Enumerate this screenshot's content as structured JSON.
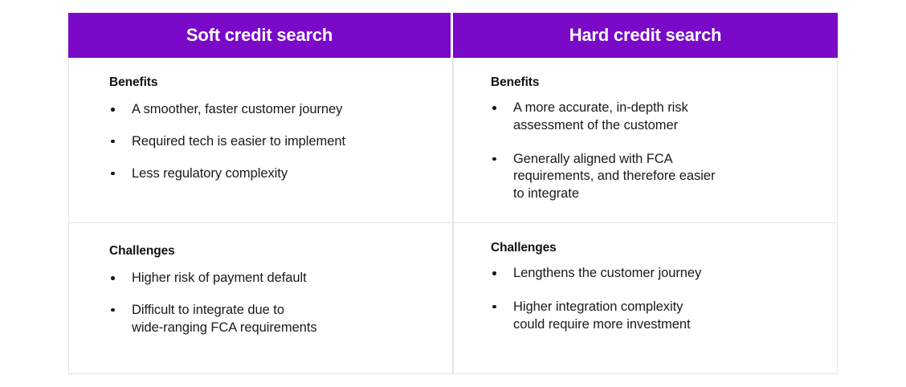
{
  "table": {
    "columns": [
      {
        "header": "Soft credit search",
        "sections": [
          {
            "heading": "Benefits",
            "items": [
              "A smoother, faster customer journey",
              "Required tech is easier to implement",
              "Less regulatory complexity"
            ]
          },
          {
            "heading": "Challenges",
            "items": [
              "Higher risk of payment default",
              "Difficult to integrate due to\nwide-ranging FCA requirements"
            ]
          }
        ]
      },
      {
        "header": "Hard credit search",
        "sections": [
          {
            "heading": "Benefits",
            "items": [
              "A more accurate, in-depth risk\nassessment of the customer",
              "Generally aligned with FCA\nrequirements, and therefore easier\nto integrate"
            ]
          },
          {
            "heading": "Challenges",
            "items": [
              "Lengthens the customer journey",
              "Higher integration complexity\ncould require more investment"
            ]
          }
        ]
      }
    ]
  },
  "colors": {
    "header_background": "#7A09C8",
    "header_text": "#FFFFFF",
    "body_text": "#1A1A1A",
    "border": "#E6E6E8",
    "page_background": "#FFFFFF"
  }
}
